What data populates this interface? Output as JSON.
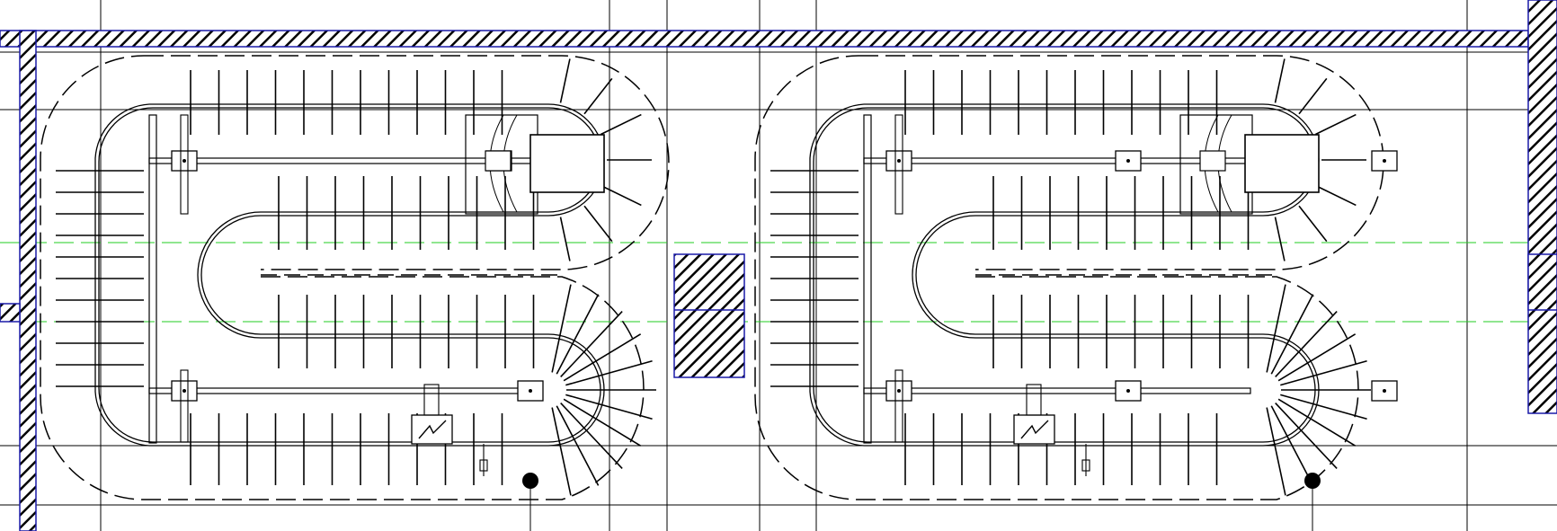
{
  "drawing": {
    "kind": "cad-floor-plan",
    "subject": "conveyor-loop-layout",
    "loop_count": 2,
    "colors": {
      "background": "#ffffff",
      "line": "#000000",
      "wall_hatch": "#000000",
      "wall_outline": "#1a1aa8",
      "axis_line": "#22cc22",
      "grid_line": "#000000"
    },
    "icons": [
      "electrical-panel-icon",
      "lightning-bolt-icon",
      "support-column-icon",
      "drive-unit-icon"
    ]
  }
}
